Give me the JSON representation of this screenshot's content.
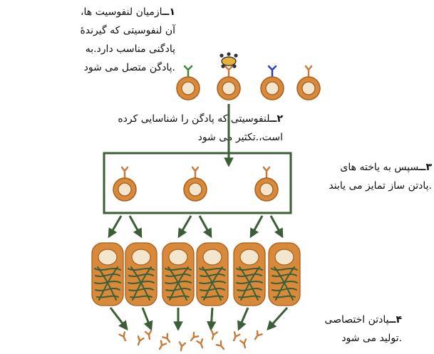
{
  "steps": [
    {
      "number": "۱ــ",
      "lines": [
        "ازمیان لنفوسیت ها،",
        "آن لنفوسیتی که گیرندهٔ",
        "پادگنی مناسب دارد.به",
        ".پادگن متصل می شود"
      ]
    },
    {
      "number": "۲ــ",
      "lines": [
        "لنفوسیتی که پادگن را شناسایی کرده",
        "است،.تکثیر می شود"
      ]
    },
    {
      "number": "۳ــ",
      "lines": [
        "سپس به یاخته های",
        ".پادتن ساز تمایز می یابند"
      ]
    },
    {
      "number": "۴ــ",
      "lines": [
        "پادتن اختصاصی",
        ".تولید می شود"
      ]
    }
  ],
  "colors": {
    "cell_fill": "#d88a3a",
    "cell_stroke": "#a95e1c",
    "nucleus": "#f3e6cf",
    "box_and_arrows": "#3b5e37",
    "receptor_green": "#3a8a3a",
    "receptor_blue": "#2a3fb8",
    "receptor_orange": "#c87a3a",
    "antigen": "#e6b23a"
  }
}
